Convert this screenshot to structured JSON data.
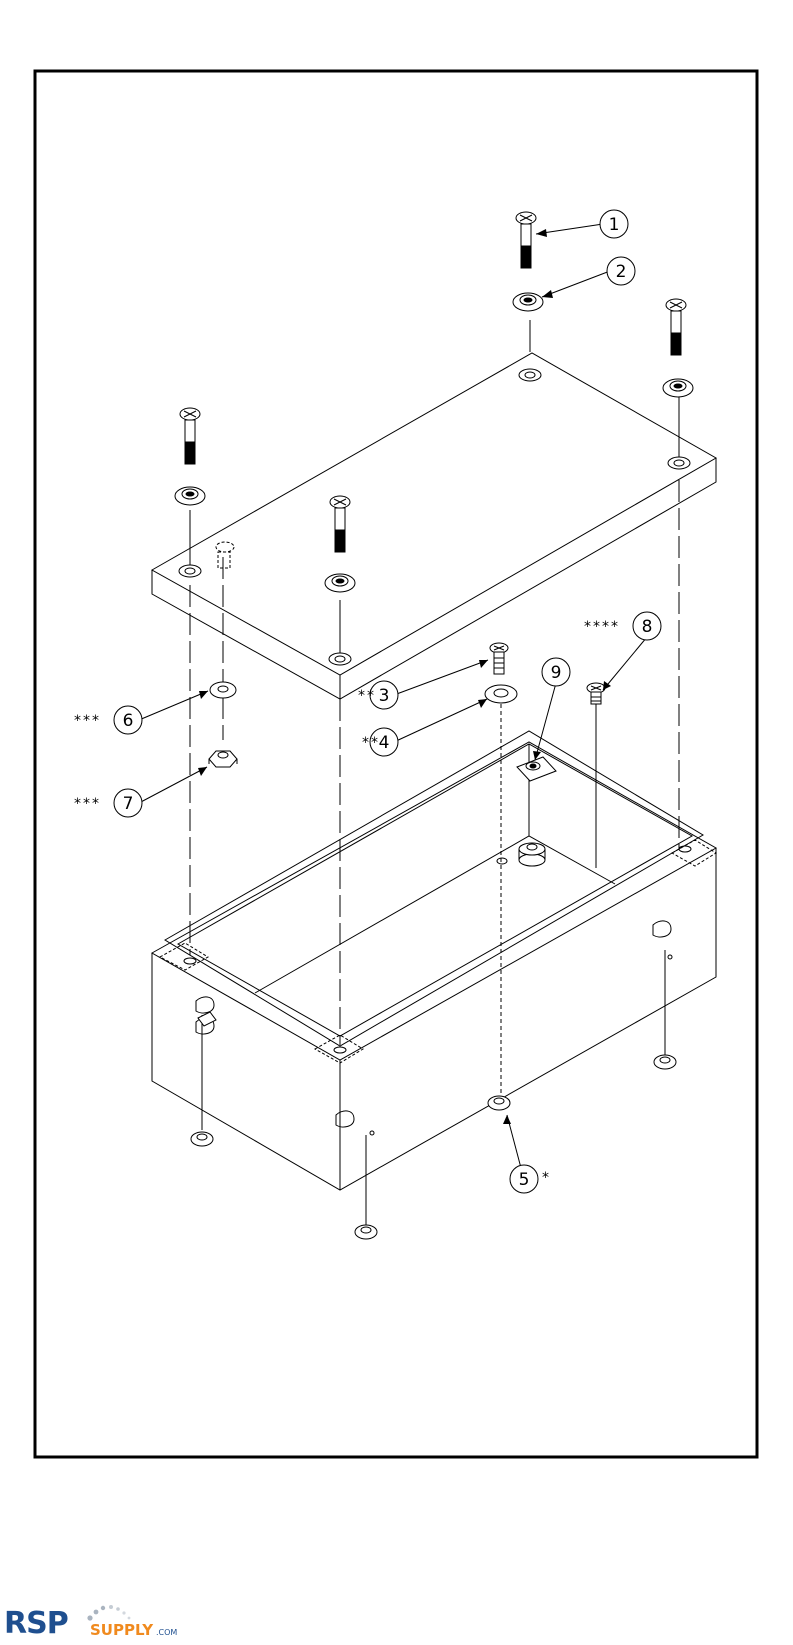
{
  "callouts": [
    {
      "num": "1",
      "mark": ""
    },
    {
      "num": "2",
      "mark": ""
    },
    {
      "num": "3",
      "mark": "**"
    },
    {
      "num": "4",
      "mark": "**"
    },
    {
      "num": "5",
      "mark": "*"
    },
    {
      "num": "6",
      "mark": "***"
    },
    {
      "num": "7",
      "mark": "***"
    },
    {
      "num": "8",
      "mark": "****"
    },
    {
      "num": "9",
      "mark": ""
    }
  ],
  "logo": {
    "rsp": "RSP",
    "supply": "SUPPLY",
    "com": ".COM"
  },
  "colors": {
    "line": "#000000",
    "logo_blue": "#1f4f8f",
    "logo_orange": "#f08a1e",
    "dots": "#aab4c0"
  },
  "icons": [
    "screw-icon",
    "washer-icon",
    "nut-icon",
    "enclosure-lid",
    "enclosure-body"
  ]
}
